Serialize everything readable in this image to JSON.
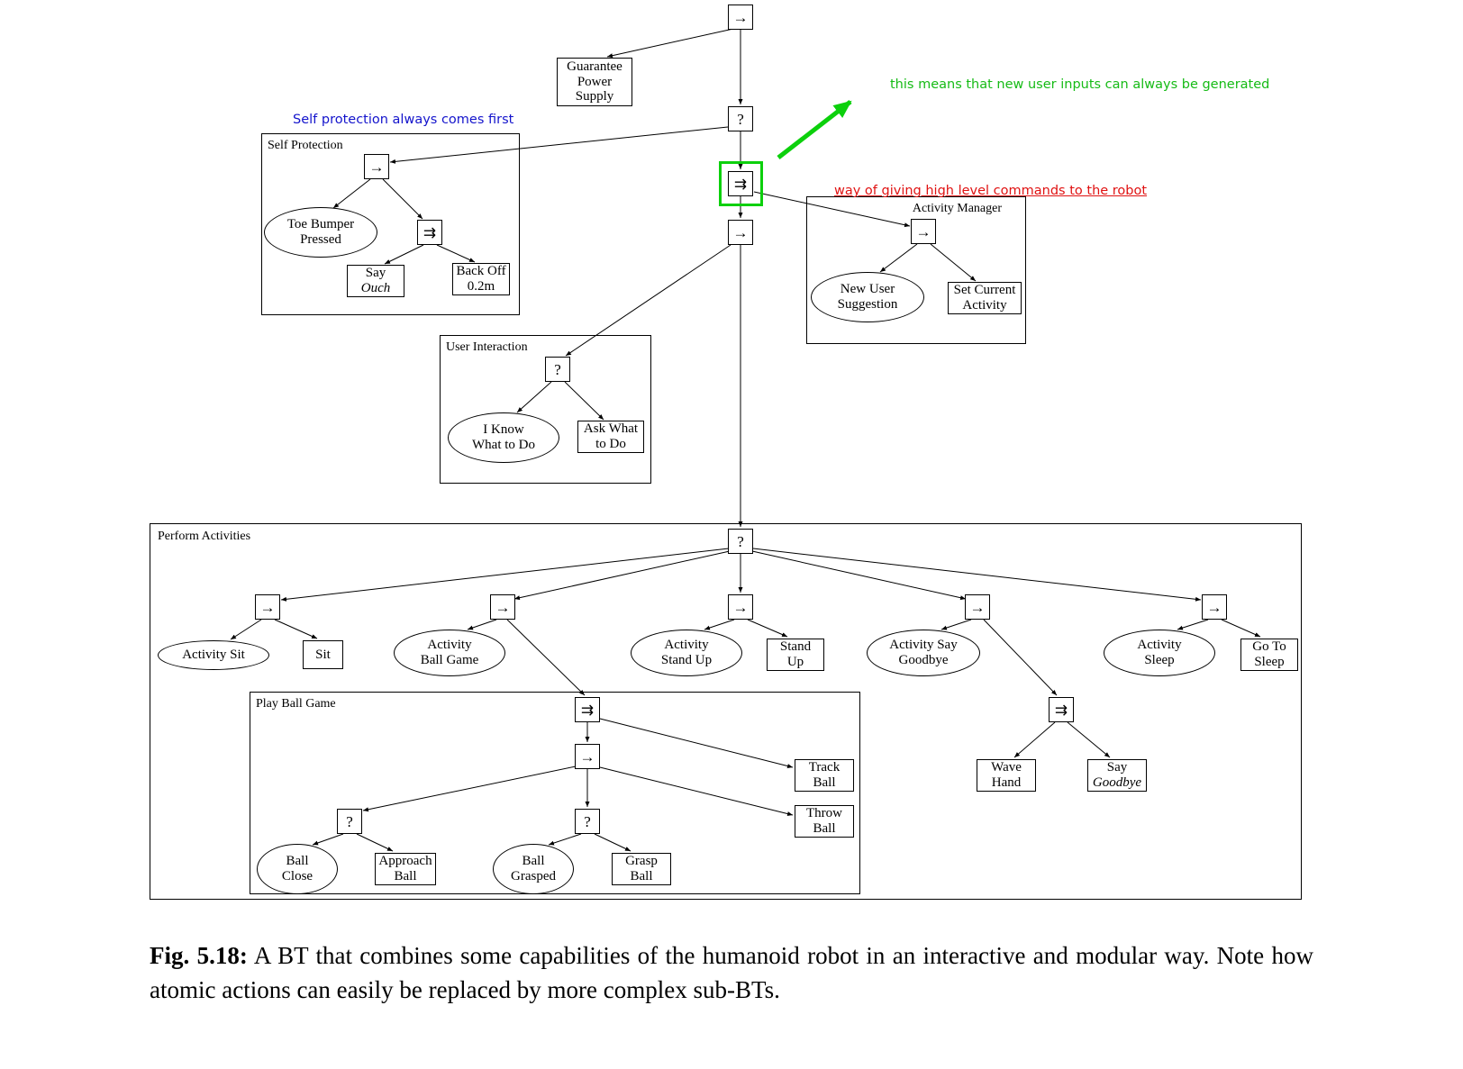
{
  "symbols": {
    "sequence": "→",
    "fallback": "?",
    "parallel": "⇉"
  },
  "annotations": {
    "blue_note": "Self protection always comes first",
    "green_note": "this means that new user inputs can always be generated",
    "red_note": "way of giving high level commands to the robot"
  },
  "colors": {
    "blue_note": "#1414cc",
    "green_note": "#16bb16",
    "green_highlight": "#0cd00c",
    "red_note": "#e01212"
  },
  "groups": {
    "self_protection": "Self Protection",
    "activity_manager": "Activity Manager",
    "user_interaction": "User Interaction",
    "perform_activities": "Perform Activities",
    "play_ball_game": "Play Ball Game"
  },
  "leaves": {
    "guarantee_power_supply": {
      "line1": "Guarantee",
      "line2": "Power",
      "line3": "Supply"
    },
    "toe_bumper_pressed": {
      "line1": "Toe Bumper",
      "line2": "Pressed"
    },
    "say_ouch": {
      "line1": "Say",
      "line2": "Ouch"
    },
    "back_off": {
      "line1": "Back Off",
      "line2": "0.2m"
    },
    "new_user_suggestion": {
      "line1": "New User",
      "line2": "Suggestion"
    },
    "set_current_activity": {
      "line1": "Set Current",
      "line2": "Activity"
    },
    "i_know_what_to_do": {
      "line1": "I Know",
      "line2": "What to Do"
    },
    "ask_what_to_do": {
      "line1": "Ask What",
      "line2": "to Do"
    },
    "activity_sit": {
      "line1": "Activity Sit"
    },
    "sit": {
      "line1": "Sit"
    },
    "activity_ball_game": {
      "line1": "Activity",
      "line2": "Ball Game"
    },
    "activity_stand_up": {
      "line1": "Activity",
      "line2": "Stand Up"
    },
    "stand_up": {
      "line1": "Stand",
      "line2": "Up"
    },
    "activity_say_goodbye": {
      "line1": "Activity Say",
      "line2": "Goodbye"
    },
    "activity_sleep": {
      "line1": "Activity",
      "line2": "Sleep"
    },
    "go_to_sleep": {
      "line1": "Go To",
      "line2": "Sleep"
    },
    "track_ball": {
      "line1": "Track",
      "line2": "Ball"
    },
    "throw_ball": {
      "line1": "Throw",
      "line2": "Ball"
    },
    "ball_close": {
      "line1": "Ball",
      "line2": "Close"
    },
    "approach_ball": {
      "line1": "Approach",
      "line2": "Ball"
    },
    "ball_grasped": {
      "line1": "Ball",
      "line2": "Grasped"
    },
    "grasp_ball": {
      "line1": "Grasp",
      "line2": "Ball"
    },
    "wave_hand": {
      "line1": "Wave",
      "line2": "Hand"
    },
    "say_goodbye": {
      "line1": "Say",
      "line2": "Goodbye"
    }
  },
  "caption": {
    "fig_label": "Fig. 5.18:",
    "text": "A BT that combines some capabilities of the humanoid robot in an interactive and modular way. Note how atomic actions can easily be replaced by more complex sub-BTs."
  }
}
